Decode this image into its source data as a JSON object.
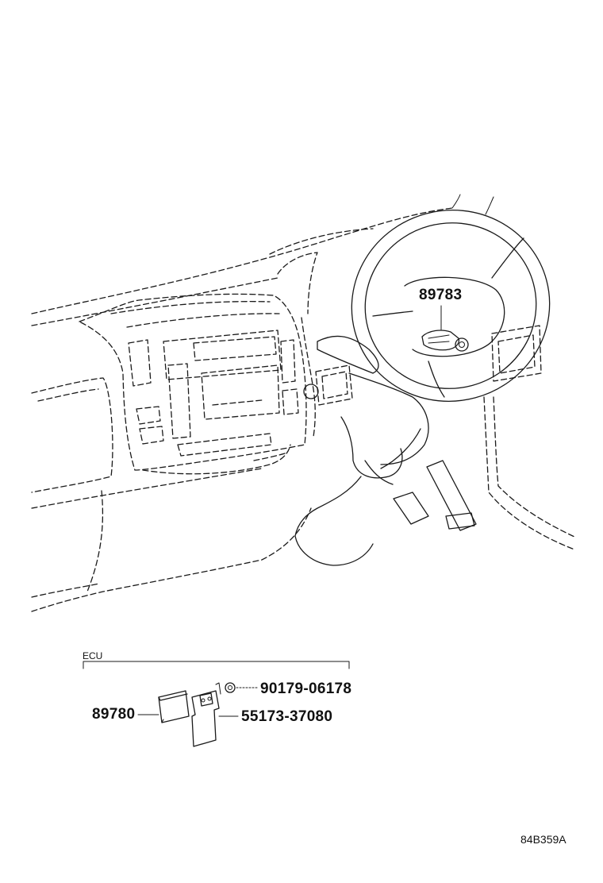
{
  "parts": {
    "immobiliser": "89783",
    "ecu_assembly": "89780",
    "screw": "90179-06178",
    "bracket": "55173-37080"
  },
  "group_label": "ECU",
  "illustration_code": "84B359A"
}
